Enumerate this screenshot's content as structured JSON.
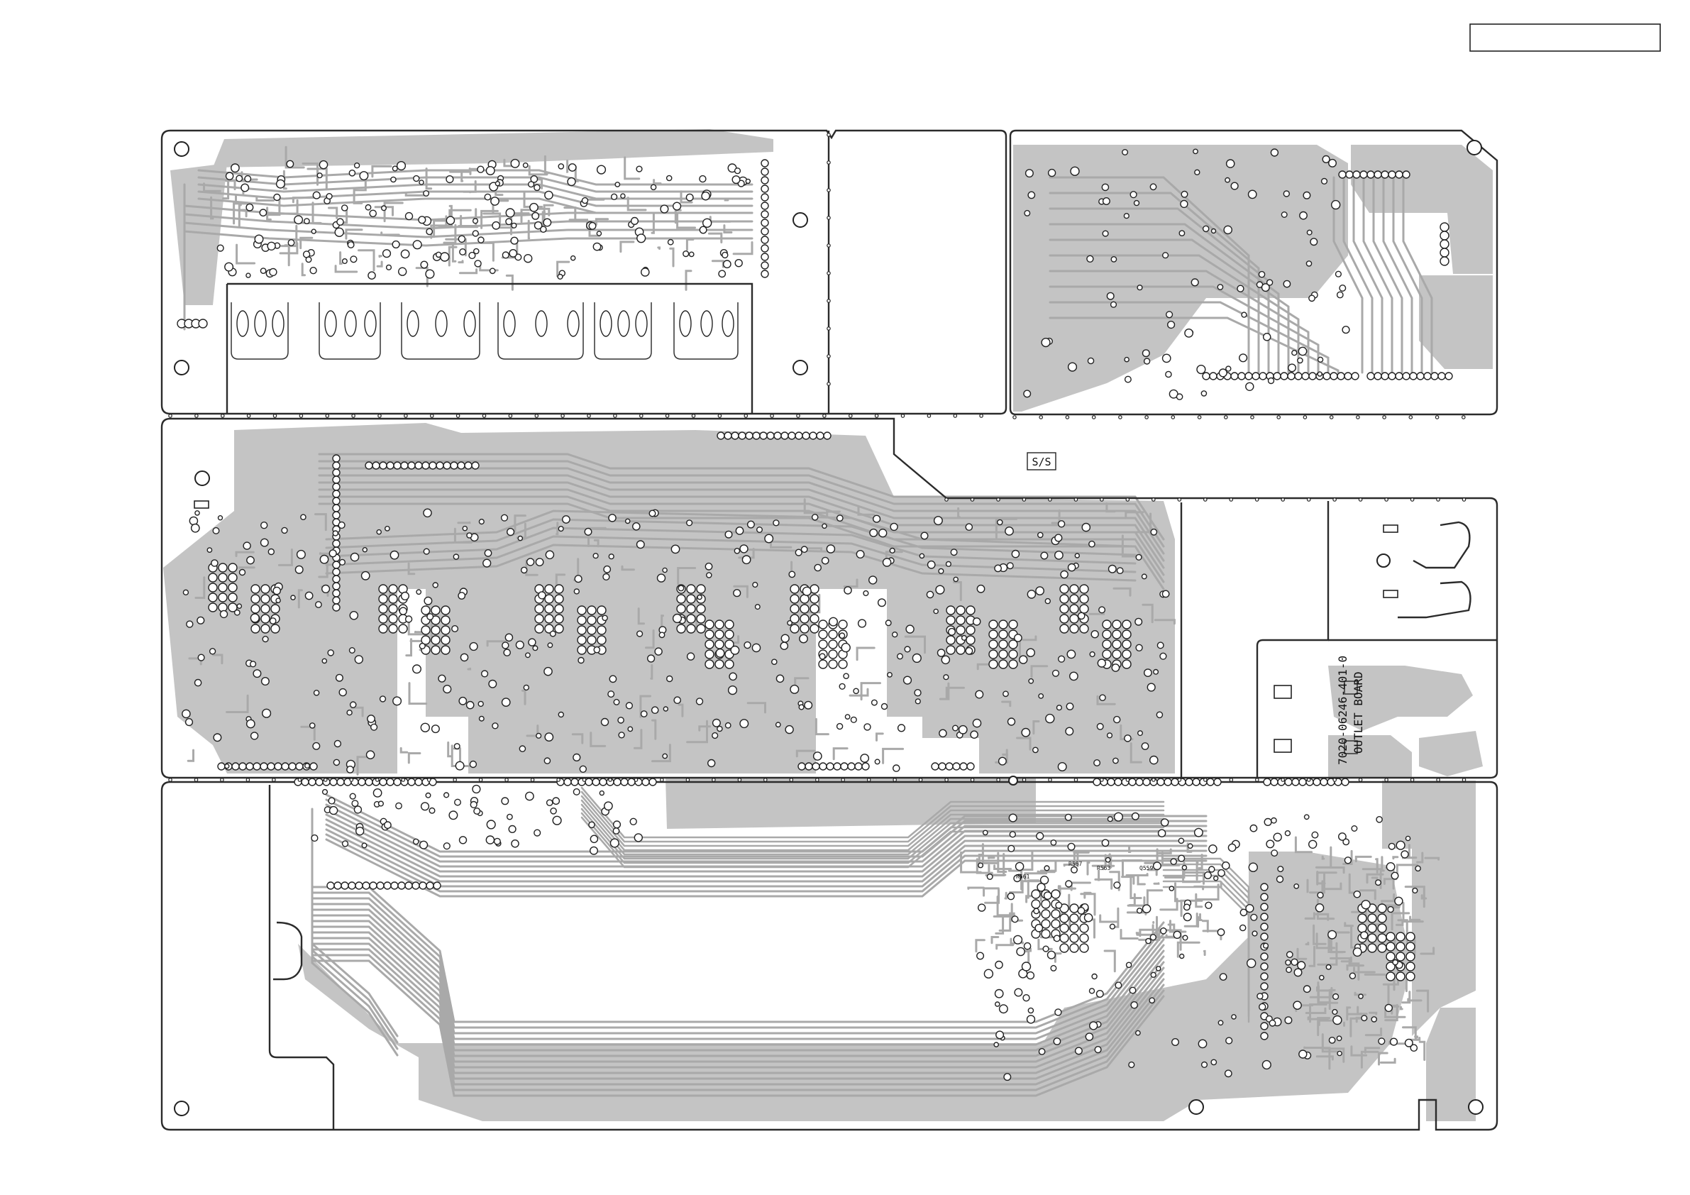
{
  "title_box_text": "",
  "board_labels": {
    "ss_marker": "S/S",
    "board_code": "7020-06246-401-0",
    "board_name": "OUTLET BOARD"
  },
  "component_labels": [
    "R561",
    "R567",
    "R563",
    "Q559"
  ],
  "colors": {
    "outline": "#2b2b2b",
    "copper_pour": "#c4c4c4",
    "trace": "#a9a9a9",
    "pad": "#ffffff",
    "background": "#ffffff"
  }
}
